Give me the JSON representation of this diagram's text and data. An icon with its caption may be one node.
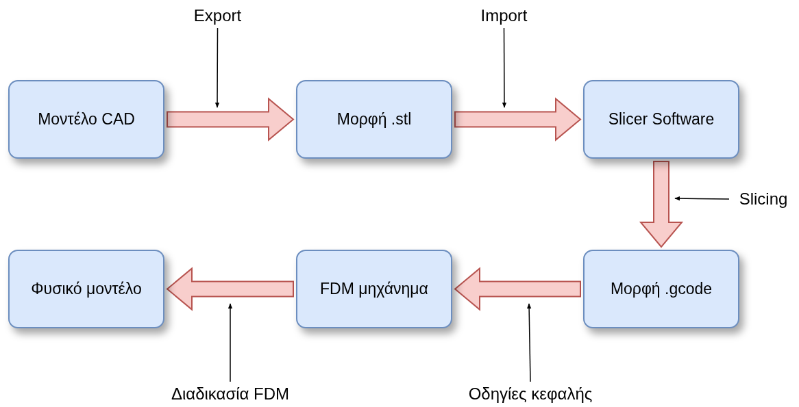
{
  "diagram": {
    "nodes": [
      {
        "text": [
          "Export"
        ]
      },
      {
        "text": [
          "Import"
        ]
      },
      {
        "text": [
          "Μοντέλο CAD"
        ]
      },
      {
        "text": [
          "Μορφή .stl"
        ]
      },
      {
        "text": [
          "Slicer Software"
        ]
      },
      {
        "text": [
          "Slicing"
        ]
      },
      {
        "text": [
          "Φυσικό μοντέλο"
        ]
      },
      {
        "text": [
          "FDM μηχάνημα"
        ]
      },
      {
        "text": [
          "Μορφή .gcode"
        ]
      },
      {
        "text": [
          "Διαδικασία FDM"
        ]
      },
      {
        "text": [
          "Οδηγίες κεφαλής"
        ]
      }
    ],
    "edges": [
      {
        "from": 2,
        "to": 3,
        "arrow": "to",
        "style": "thick",
        "color": "#f8cecc"
      },
      {
        "from": 3,
        "to": 4,
        "arrow": "to",
        "style": "thick",
        "color": "#f8cecc"
      },
      {
        "from": 4,
        "to": 8,
        "arrow": "to",
        "style": "thick",
        "color": "#f8cecc"
      },
      {
        "from": 8,
        "to": 7,
        "arrow": "to",
        "style": "thick",
        "color": "#f8cecc"
      },
      {
        "from": 7,
        "to": 6,
        "arrow": "to",
        "style": "thick",
        "color": "#f8cecc"
      },
      {
        "from": 0,
        "to": null,
        "arrow": "to"
      },
      {
        "from": 1,
        "to": null,
        "arrow": "to"
      },
      {
        "from": 5,
        "to": null,
        "arrow": "to"
      },
      {
        "from": 9,
        "to": null,
        "arrow": "to"
      },
      {
        "from": 10,
        "to": null,
        "arrow": "to"
      }
    ]
  }
}
